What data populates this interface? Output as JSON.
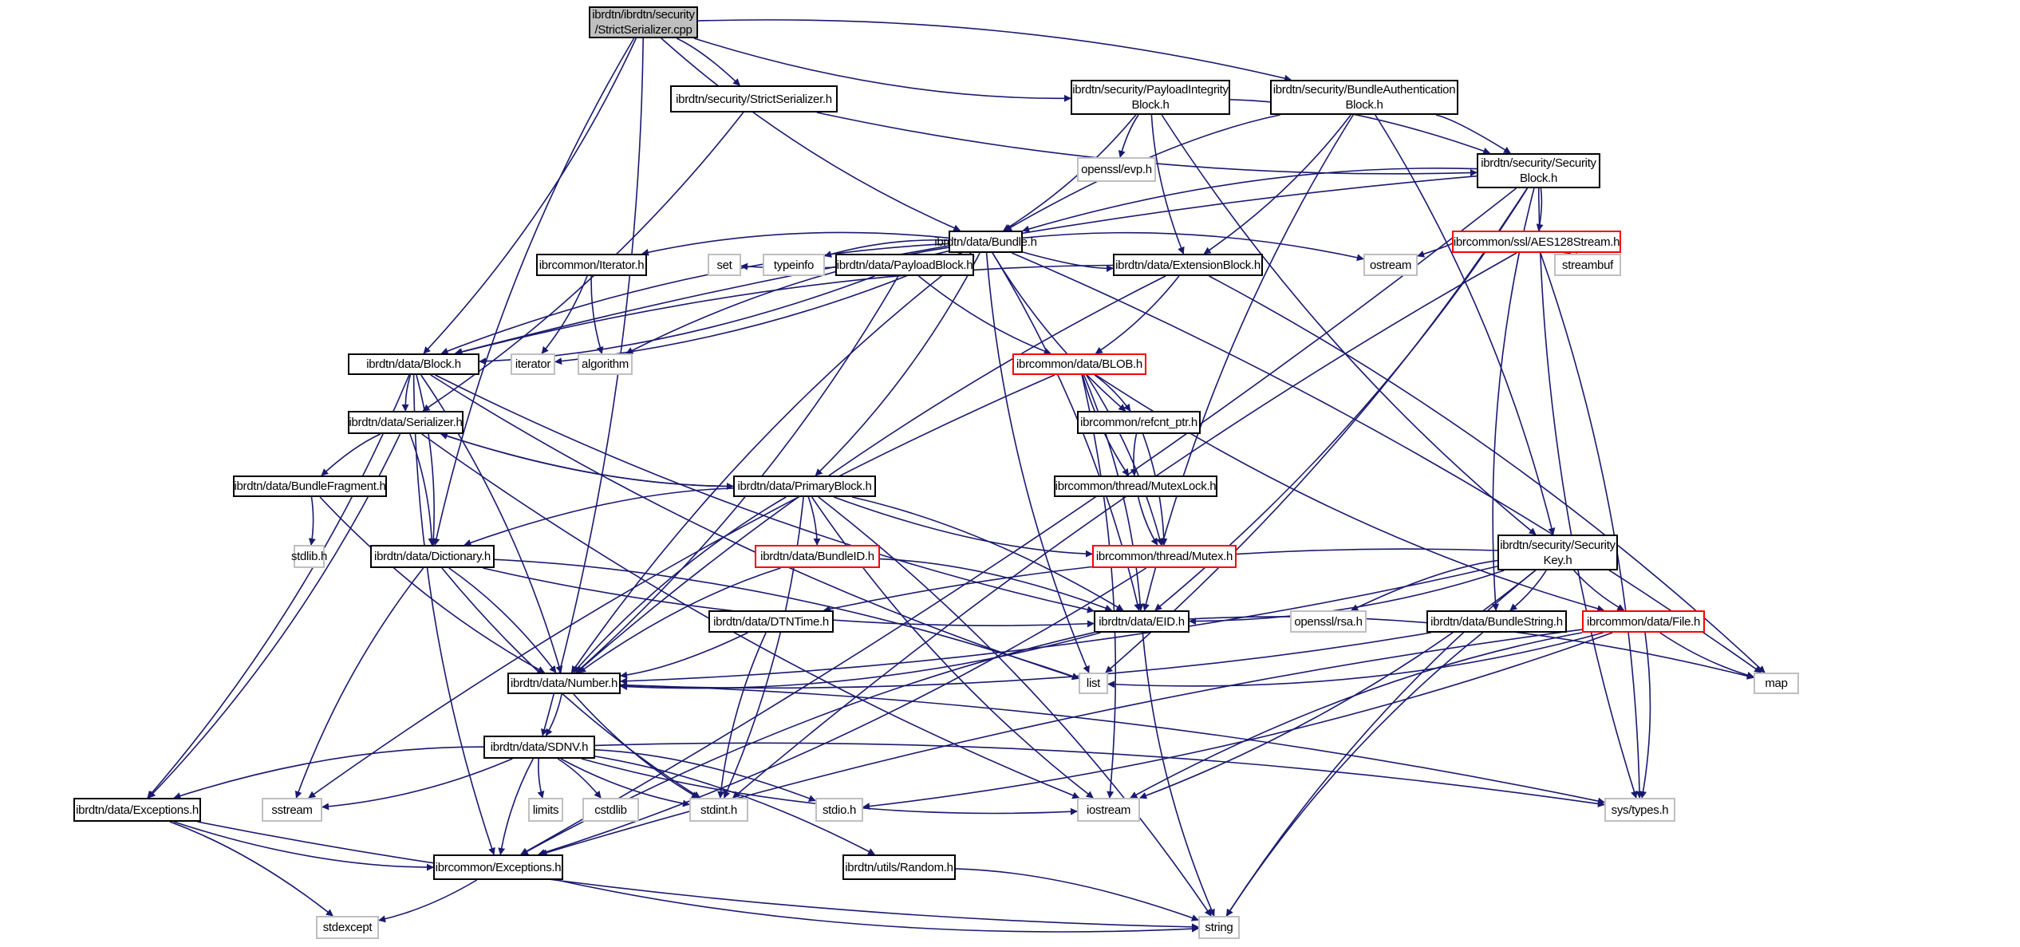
{
  "title": "Include dependency graph for StrictSerializer.cpp",
  "colors": {
    "edge": "#191970",
    "node_border": "#000000",
    "root_fill": "#bfbfbf",
    "truncated_border": "#ff0000",
    "system_border": "#bfbfbf"
  },
  "nodes": [
    {
      "id": "root",
      "label": "ibrdtn/ibrdtn/security\n/StrictSerializer.cpp",
      "kind": "root"
    },
    {
      "id": "strictser_h",
      "label": "ibrdtn/security/StrictSerializer.h",
      "kind": "normal"
    },
    {
      "id": "pib",
      "label": "ibrdtn/security/PayloadIntegrity\nBlock.h",
      "kind": "normal"
    },
    {
      "id": "bab",
      "label": "ibrdtn/security/BundleAuthentication\nBlock.h",
      "kind": "normal"
    },
    {
      "id": "secblock",
      "label": "ibrdtn/security/Security\nBlock.h",
      "kind": "normal"
    },
    {
      "id": "evp",
      "label": "openssl/evp.h",
      "kind": "system"
    },
    {
      "id": "bundle",
      "label": "ibrdtn/data/Bundle.h",
      "kind": "normal"
    },
    {
      "id": "aes",
      "label": "ibrcommon/ssl/AES128Stream.h",
      "kind": "truncated"
    },
    {
      "id": "iter_h",
      "label": "ibrcommon/Iterator.h",
      "kind": "normal"
    },
    {
      "id": "set",
      "label": "set",
      "kind": "system"
    },
    {
      "id": "typeinfo",
      "label": "typeinfo",
      "kind": "system"
    },
    {
      "id": "payload",
      "label": "ibrdtn/data/PayloadBlock.h",
      "kind": "normal"
    },
    {
      "id": "extblock",
      "label": "ibrdtn/data/ExtensionBlock.h",
      "kind": "normal"
    },
    {
      "id": "ostream",
      "label": "ostream",
      "kind": "system"
    },
    {
      "id": "streambuf",
      "label": "streambuf",
      "kind": "system"
    },
    {
      "id": "block",
      "label": "ibrdtn/data/Block.h",
      "kind": "normal"
    },
    {
      "id": "iterator",
      "label": "iterator",
      "kind": "system"
    },
    {
      "id": "algorithm",
      "label": "algorithm",
      "kind": "system"
    },
    {
      "id": "blob",
      "label": "ibrcommon/data/BLOB.h",
      "kind": "truncated"
    },
    {
      "id": "serializer",
      "label": "ibrdtn/data/Serializer.h",
      "kind": "normal"
    },
    {
      "id": "refcnt",
      "label": "ibrcommon/refcnt_ptr.h",
      "kind": "normal"
    },
    {
      "id": "fragment",
      "label": "ibrdtn/data/BundleFragment.h",
      "kind": "normal"
    },
    {
      "id": "primary",
      "label": "ibrdtn/data/PrimaryBlock.h",
      "kind": "normal"
    },
    {
      "id": "mutexlock",
      "label": "ibrcommon/thread/MutexLock.h",
      "kind": "normal"
    },
    {
      "id": "stdlib",
      "label": "stdlib.h",
      "kind": "system"
    },
    {
      "id": "dictionary",
      "label": "ibrdtn/data/Dictionary.h",
      "kind": "normal"
    },
    {
      "id": "bundleid",
      "label": "ibrdtn/data/BundleID.h",
      "kind": "truncated"
    },
    {
      "id": "mutex",
      "label": "ibrcommon/thread/Mutex.h",
      "kind": "truncated"
    },
    {
      "id": "seckey",
      "label": "ibrdtn/security/Security\nKey.h",
      "kind": "normal"
    },
    {
      "id": "dtntime",
      "label": "ibrdtn/data/DTNTime.h",
      "kind": "normal"
    },
    {
      "id": "eid",
      "label": "ibrdtn/data/EID.h",
      "kind": "normal"
    },
    {
      "id": "rsa",
      "label": "openssl/rsa.h",
      "kind": "system"
    },
    {
      "id": "bstring",
      "label": "ibrdtn/data/BundleString.h",
      "kind": "normal"
    },
    {
      "id": "file",
      "label": "ibrcommon/data/File.h",
      "kind": "truncated"
    },
    {
      "id": "number",
      "label": "ibrdtn/data/Number.h",
      "kind": "normal"
    },
    {
      "id": "list",
      "label": "list",
      "kind": "system"
    },
    {
      "id": "map",
      "label": "map",
      "kind": "system"
    },
    {
      "id": "sdnv",
      "label": "ibrdtn/data/SDNV.h",
      "kind": "normal"
    },
    {
      "id": "dexc",
      "label": "ibrdtn/data/Exceptions.h",
      "kind": "normal"
    },
    {
      "id": "sstream",
      "label": "sstream",
      "kind": "system"
    },
    {
      "id": "limits",
      "label": "limits",
      "kind": "system"
    },
    {
      "id": "cstdlib",
      "label": "cstdlib",
      "kind": "system"
    },
    {
      "id": "stdint",
      "label": "stdint.h",
      "kind": "system"
    },
    {
      "id": "stdio",
      "label": "stdio.h",
      "kind": "system"
    },
    {
      "id": "iostream",
      "label": "iostream",
      "kind": "system"
    },
    {
      "id": "systypes",
      "label": "sys/types.h",
      "kind": "system"
    },
    {
      "id": "cexc",
      "label": "ibrcommon/Exceptions.h",
      "kind": "normal"
    },
    {
      "id": "random",
      "label": "ibrdtn/utils/Random.h",
      "kind": "normal"
    },
    {
      "id": "stdexcept",
      "label": "stdexcept",
      "kind": "system"
    },
    {
      "id": "string",
      "label": "string",
      "kind": "system"
    }
  ],
  "edges": [
    [
      "root",
      "strictser_h"
    ],
    [
      "root",
      "pib"
    ],
    [
      "root",
      "bab"
    ],
    [
      "root",
      "bundle"
    ],
    [
      "root",
      "block"
    ],
    [
      "root",
      "dictionary"
    ],
    [
      "root",
      "sdnv"
    ],
    [
      "strictser_h",
      "secblock"
    ],
    [
      "strictser_h",
      "serializer"
    ],
    [
      "pib",
      "evp"
    ],
    [
      "pib",
      "bundle"
    ],
    [
      "pib",
      "extblock"
    ],
    [
      "pib",
      "secblock"
    ],
    [
      "pib",
      "seckey"
    ],
    [
      "bab",
      "secblock"
    ],
    [
      "bab",
      "bundle"
    ],
    [
      "bab",
      "extblock"
    ],
    [
      "bab",
      "eid"
    ],
    [
      "bab",
      "seckey"
    ],
    [
      "secblock",
      "bundle"
    ],
    [
      "secblock",
      "aes"
    ],
    [
      "secblock",
      "block"
    ],
    [
      "secblock",
      "eid"
    ],
    [
      "secblock",
      "bstring"
    ],
    [
      "secblock",
      "list"
    ],
    [
      "secblock",
      "systypes"
    ],
    [
      "secblock",
      "cexc"
    ],
    [
      "aes",
      "ostream"
    ],
    [
      "aes",
      "streambuf"
    ],
    [
      "aes",
      "stdint"
    ],
    [
      "aes",
      "systypes"
    ],
    [
      "bundle",
      "iter_h"
    ],
    [
      "bundle",
      "set"
    ],
    [
      "bundle",
      "typeinfo"
    ],
    [
      "bundle",
      "payload"
    ],
    [
      "bundle",
      "extblock"
    ],
    [
      "bundle",
      "ostream"
    ],
    [
      "bundle",
      "block"
    ],
    [
      "bundle",
      "iterator"
    ],
    [
      "bundle",
      "algorithm"
    ],
    [
      "bundle",
      "primary"
    ],
    [
      "bundle",
      "refcnt"
    ],
    [
      "bundle",
      "eid"
    ],
    [
      "bundle",
      "list"
    ],
    [
      "bundle",
      "map"
    ],
    [
      "bundle",
      "number"
    ],
    [
      "iter_h",
      "iterator"
    ],
    [
      "iter_h",
      "algorithm"
    ],
    [
      "payload",
      "block"
    ],
    [
      "payload",
      "blob"
    ],
    [
      "payload",
      "number"
    ],
    [
      "extblock",
      "block"
    ],
    [
      "extblock",
      "blob"
    ],
    [
      "extblock",
      "number"
    ],
    [
      "extblock",
      "map"
    ],
    [
      "block",
      "serializer"
    ],
    [
      "block",
      "dictionary"
    ],
    [
      "block",
      "eid"
    ],
    [
      "block",
      "number"
    ],
    [
      "block",
      "list"
    ],
    [
      "block",
      "dexc"
    ],
    [
      "block",
      "cexc"
    ],
    [
      "blob",
      "refcnt"
    ],
    [
      "blob",
      "mutexlock"
    ],
    [
      "blob",
      "mutex"
    ],
    [
      "blob",
      "file"
    ],
    [
      "blob",
      "eid"
    ],
    [
      "blob",
      "sstream"
    ],
    [
      "blob",
      "iostream"
    ],
    [
      "refcnt",
      "mutexlock"
    ],
    [
      "refcnt",
      "mutex"
    ],
    [
      "mutexlock",
      "mutex"
    ],
    [
      "mutex",
      "cexc"
    ],
    [
      "serializer",
      "fragment"
    ],
    [
      "serializer",
      "dictionary"
    ],
    [
      "serializer",
      "primary"
    ],
    [
      "serializer",
      "dexc"
    ],
    [
      "serializer",
      "iostream"
    ],
    [
      "fragment",
      "stdlib"
    ],
    [
      "fragment",
      "number"
    ],
    [
      "primary",
      "serializer"
    ],
    [
      "primary",
      "dictionary"
    ],
    [
      "primary",
      "bundleid"
    ],
    [
      "primary",
      "mutex"
    ],
    [
      "primary",
      "eid"
    ],
    [
      "primary",
      "number"
    ],
    [
      "primary",
      "stdint"
    ],
    [
      "primary",
      "iostream"
    ],
    [
      "primary",
      "string"
    ],
    [
      "dictionary",
      "eid"
    ],
    [
      "dictionary",
      "number"
    ],
    [
      "dictionary",
      "sstream"
    ],
    [
      "dictionary",
      "list"
    ],
    [
      "dictionary",
      "stdint"
    ],
    [
      "bundleid",
      "eid"
    ],
    [
      "bundleid",
      "number"
    ],
    [
      "seckey",
      "eid"
    ],
    [
      "seckey",
      "rsa"
    ],
    [
      "seckey",
      "bstring"
    ],
    [
      "seckey",
      "file"
    ],
    [
      "seckey",
      "number"
    ],
    [
      "seckey",
      "dtntime"
    ],
    [
      "seckey",
      "iostream"
    ],
    [
      "seckey",
      "string"
    ],
    [
      "dtntime",
      "number"
    ],
    [
      "dtntime",
      "stdint"
    ],
    [
      "eid",
      "number"
    ],
    [
      "eid",
      "string"
    ],
    [
      "eid",
      "map"
    ],
    [
      "eid",
      "cexc"
    ],
    [
      "bstring",
      "number"
    ],
    [
      "bstring",
      "string"
    ],
    [
      "file",
      "list"
    ],
    [
      "file",
      "map"
    ],
    [
      "file",
      "systypes"
    ],
    [
      "file",
      "iostream"
    ],
    [
      "file",
      "stdio"
    ],
    [
      "file",
      "cexc"
    ],
    [
      "number",
      "sdnv"
    ],
    [
      "number",
      "stdint"
    ],
    [
      "number",
      "systypes"
    ],
    [
      "sdnv",
      "dexc"
    ],
    [
      "sdnv",
      "sstream"
    ],
    [
      "sdnv",
      "limits"
    ],
    [
      "sdnv",
      "cstdlib"
    ],
    [
      "sdnv",
      "stdint"
    ],
    [
      "sdnv",
      "stdio"
    ],
    [
      "sdnv",
      "iostream"
    ],
    [
      "sdnv",
      "systypes"
    ],
    [
      "sdnv",
      "cexc"
    ],
    [
      "sdnv",
      "random"
    ],
    [
      "dexc",
      "cexc"
    ],
    [
      "dexc",
      "stdexcept"
    ],
    [
      "dexc",
      "string"
    ],
    [
      "cexc",
      "stdexcept"
    ],
    [
      "cexc",
      "string"
    ],
    [
      "random",
      "string"
    ]
  ]
}
